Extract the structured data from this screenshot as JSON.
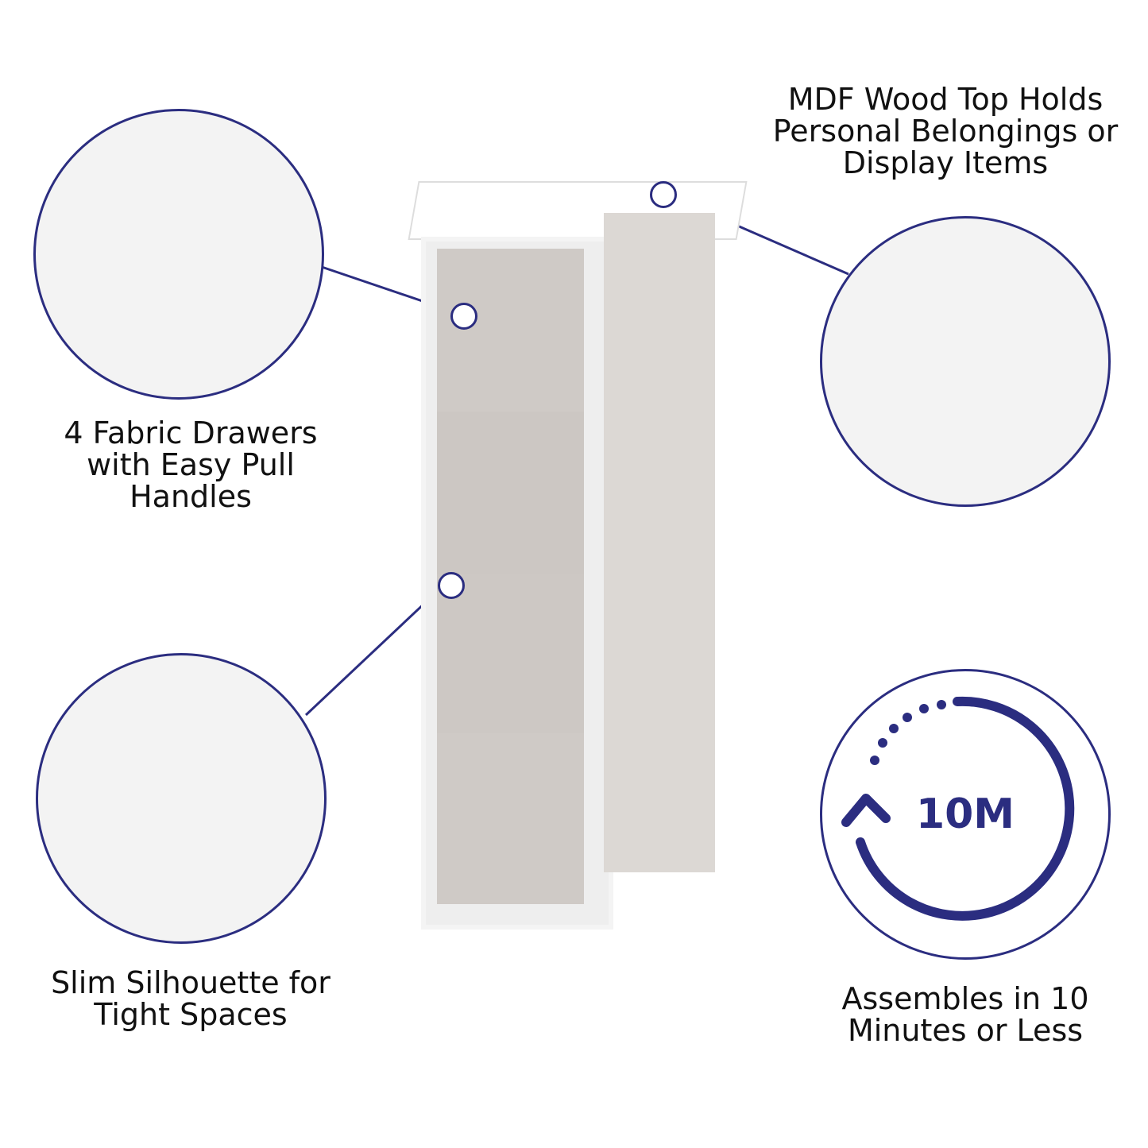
{
  "callouts": {
    "top_left": "4 Fabric Drawers with Easy Pull Handles",
    "top_right": "MDF Wood Top Holds Personal Belongings or Display Items",
    "bottom_left": "Slim Silhouette for Tight Spaces",
    "bottom_right": "Assembles in 10 Minutes or Less"
  },
  "badge": {
    "text": "10M"
  },
  "colors": {
    "accent": "#2b2d80"
  }
}
